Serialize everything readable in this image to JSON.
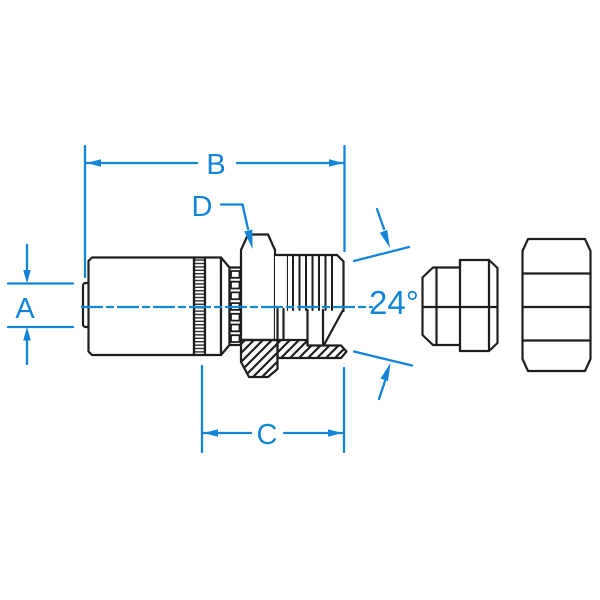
{
  "drawing": {
    "labels": {
      "dim_a": "A",
      "dim_b": "B",
      "dim_c": "C",
      "dim_d": "D",
      "cone_angle": "24°"
    },
    "colors": {
      "dimension_blue": "#1385d8",
      "line_dark": "#1e1e1e",
      "background": "#ffffff"
    }
  }
}
